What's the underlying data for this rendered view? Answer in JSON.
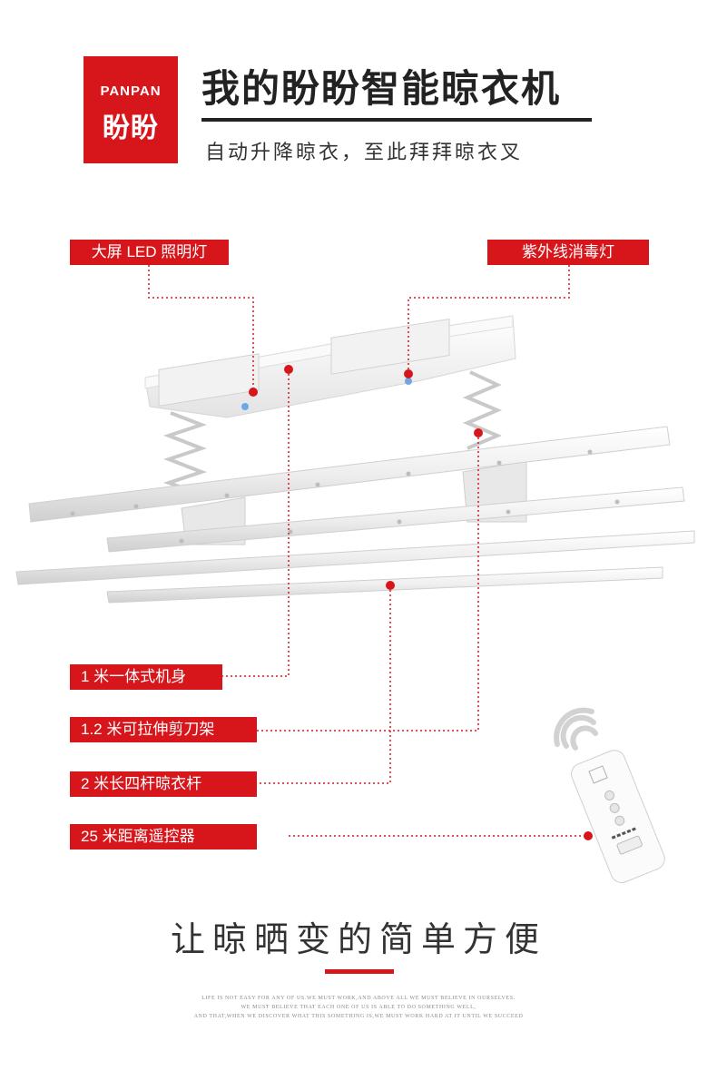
{
  "header": {
    "logo_en": "PANPAN",
    "logo_cn": "盼盼",
    "title": "我的盼盼智能晾衣机",
    "subtitle": "自动升降晾衣，至此拜拜晾衣叉"
  },
  "callouts": {
    "led": "大屏 LED 照明灯",
    "uv": "紫外线消毒灯",
    "body": "1 米一体式机身",
    "scissor": "1.2 米可拉伸剪刀架",
    "rod": "2 米长四杆晾衣杆",
    "remote": "25 米距离遥控器"
  },
  "slogan": "让晾晒变的简单方便",
  "fine_print": {
    "line1": "LIFE IS NOT EASY FOR ANY OF US.WE MUST WORK,AND ABOVE ALL WE MUST BELIEVE IN OURSELVES.",
    "line2": "WE MUST BELIEVE THAT EACH ONE OF US IS ABLE TO DO SOMETHING WELL,",
    "line3": "AND THAT,WHEN WE DISCOVER WHAT THIS SOMETHING IS,WE MUST WORK HARD AT IT UNTIL WE SUCCEED"
  },
  "colors": {
    "accent": "#d7161c",
    "text": "#222222",
    "background": "#ffffff"
  },
  "icons": {
    "wifi": "wifi-signal-icon",
    "remote": "remote-control-icon"
  }
}
